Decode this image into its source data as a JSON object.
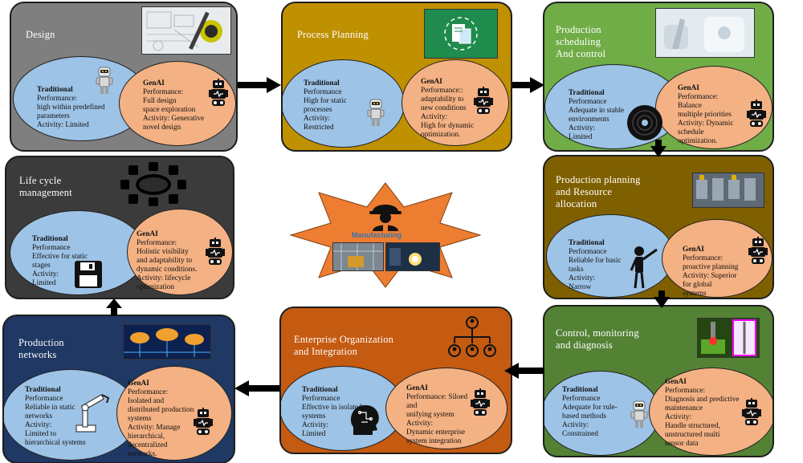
{
  "panels": {
    "design": {
      "title": "Design",
      "trad_title": "Traditional",
      "trad_text": "Performance:\nhigh within predefined\nparameters\nActivity: Limited",
      "gen_title": "GenAI",
      "gen_text": "Performance:\nFull design\nspace exploration\nActivity: Generative\nnovel design"
    },
    "process": {
      "title": "Process Planning",
      "trad_title": "Traditional",
      "trad_text": "Performance\nHigh for static\nprocesses\nActivity:\nRestricted",
      "gen_title": "GenAI",
      "gen_text": "Performance::\nadaptability to\nnew conditions\nActivity:\nHigh for dynamic\noptimization."
    },
    "scheduling": {
      "title": "Production\nscheduling\nAnd control",
      "trad_title": "Traditional",
      "trad_text": "Performance\nAdequate in stable\nenvironments\nActivity:\nLimited",
      "gen_title": "GenAI",
      "gen_text": "Performance:\nBalance\nmultiple priorities\nActivity: Dynamic\nschedule\noptimization."
    },
    "lifecycle": {
      "title": "Life cycle\nmanagement",
      "trad_title": "Traditional",
      "trad_text": "Performance\nEffective for static\nstages\nActivity:\nLimited",
      "gen_title": "GenAI",
      "gen_text": "Performance:\nHolistic visibility\nand adaptability to\ndynamic conditions.\nActivity: lifecycle\noptimization"
    },
    "planning": {
      "title": "Production planning\nand Resource\nallocation",
      "trad_title": "Traditional",
      "trad_text": "Performance\nReliable for basic\ntasks\nActivity:\nNarrow",
      "gen_title": "GenAI",
      "gen_text": "Performance:\nproactive planning\nActivity: Superior\nfor global\nsystems"
    },
    "networks": {
      "title": "Production\nnetworks",
      "trad_title": "Traditional",
      "trad_text": "Performance\nReliable in static\nnetworks\nActivity:\nLimited to\nhierarchical systems",
      "gen_title": "GenAI",
      "gen_text": "Performance:\nIsolated and\ndistributed production\nsystems\nActivity: Manage\nhierarchical,\ndecentralized\nnetworks."
    },
    "enterprise": {
      "title": "Enterprise Organization\nand Integration",
      "trad_title": "Traditional",
      "trad_text": "Performance\nEffective in isolated\nsystems\nActivity:\nLimited",
      "gen_title": "GenAI",
      "gen_text": "Performance: Siloed\nand\nunifying system\nActivity:\nDynamic enterprise\nsystem integration"
    },
    "control": {
      "title": "Control, monitoring\nand diagnosis",
      "trad_title": "Traditional",
      "trad_text": "Performance\nAdequate for rule-\nbased methods\nActivity:\nConstrained",
      "gen_title": "GenAI",
      "gen_text": "Performance:\nDiagnosis and predictive\nmaintenance\nActivity:\nHandle structured,\nunstructured      multi\nsensor        data"
    }
  },
  "center": {
    "label": "Manufacturing"
  },
  "colors": {
    "design": "#7f7f7f",
    "process": "#bf9000",
    "scheduling": "#70ad47",
    "lifecycle": "#3b3b3b",
    "planning": "#7f6000",
    "networks": "#1f3864",
    "enterprise": "#c55a11",
    "control": "#548235",
    "traditional": "#9dc3e6",
    "genai": "#f4b183",
    "star": "#ed7d31"
  }
}
